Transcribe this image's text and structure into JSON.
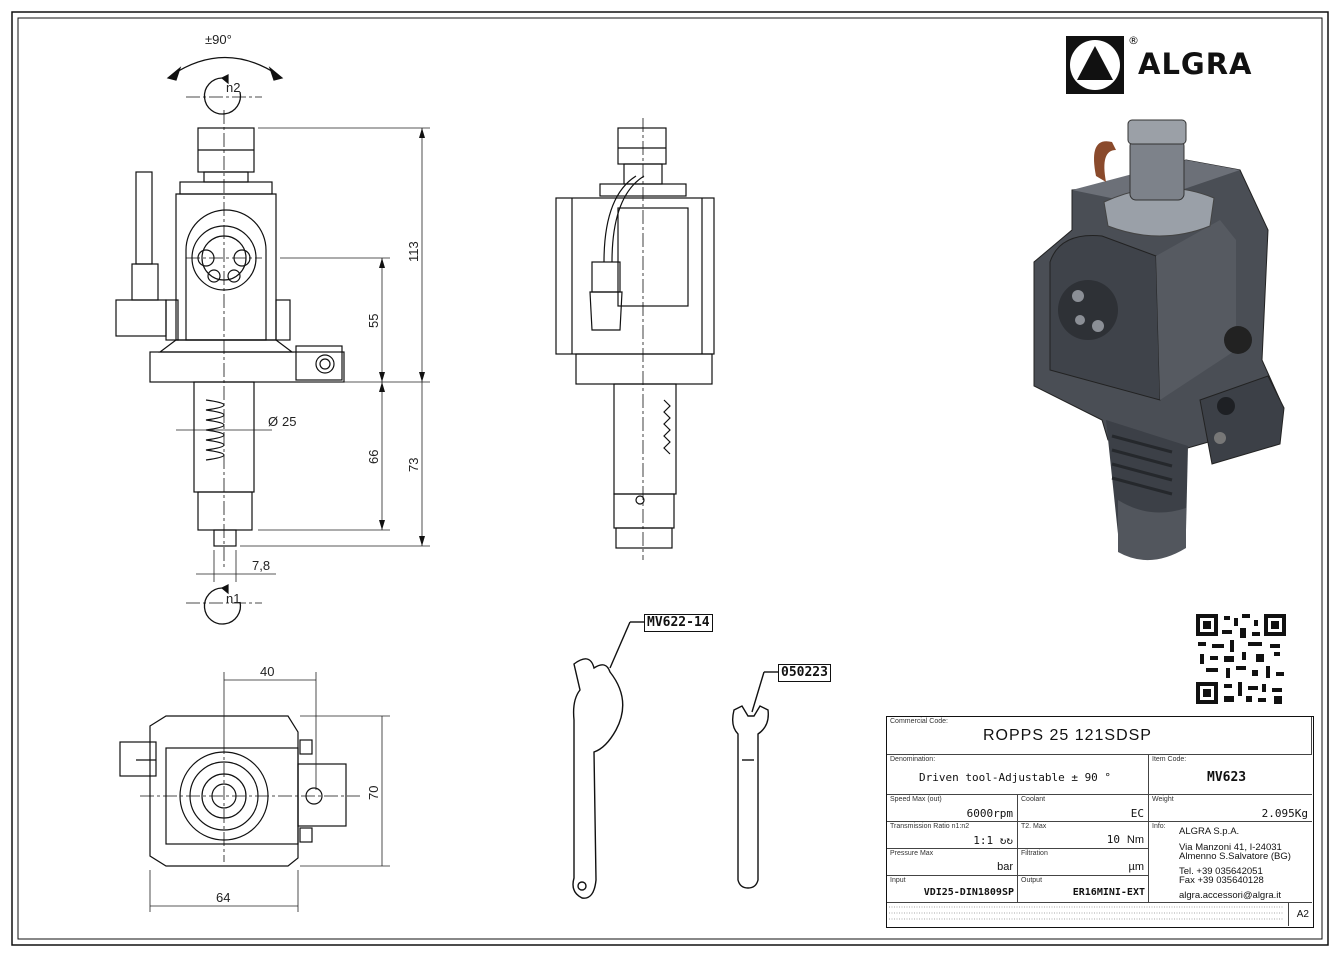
{
  "brand": {
    "name": "ALGRA",
    "registered_mark": "®"
  },
  "drawing": {
    "dims": {
      "rotation_top": "±90°",
      "n2": "n2",
      "n1": "n1",
      "h113": "113",
      "h55": "55",
      "h66": "66",
      "h73": "73",
      "dia25": "25",
      "w78": "7,8",
      "w40": "40",
      "h70": "70",
      "w64": "64"
    },
    "callouts": {
      "wrench_1": "MV622-14",
      "wrench_2": "050223"
    }
  },
  "title_block": {
    "commercial_code_label": "Commercial Code:",
    "commercial_code": "ROPPS 25 121SDSP",
    "denomination_label": "Denomination:",
    "denomination": "Driven tool-Adjustable ± 90 °",
    "item_code_label": "Item Code:",
    "item_code": "MV623",
    "speed_label": "Speed Max (out)",
    "speed": "6000rpm",
    "coolant_label": "Coolant",
    "coolant": "EC",
    "weight_label": "Weight",
    "weight": "2.095Kg",
    "ratio_label": "Transmission Ratio n1:n2",
    "ratio": "1:1 ↻↻",
    "torque_label": "T2. Max",
    "torque_value": "10",
    "torque_unit": "Nm",
    "pressure_label": "Pressure Max",
    "pressure": "bar",
    "filtration_label": "Filtration",
    "filtration": "µm",
    "input_label": "Input",
    "input": "VDI25-DIN1809SP",
    "output_label": "Output",
    "output": "ER16MINI-EXT",
    "info_label": "Info:",
    "info_lines": [
      "ALGRA S.p.A.",
      "Via Manzoni 41, I-24031",
      "Almenno S.Salvatore (BG)",
      "Tel. +39 035642051",
      "Fax +39 035640128",
      "algra.accessori@algra.it"
    ],
    "sheet_size": "A2"
  }
}
